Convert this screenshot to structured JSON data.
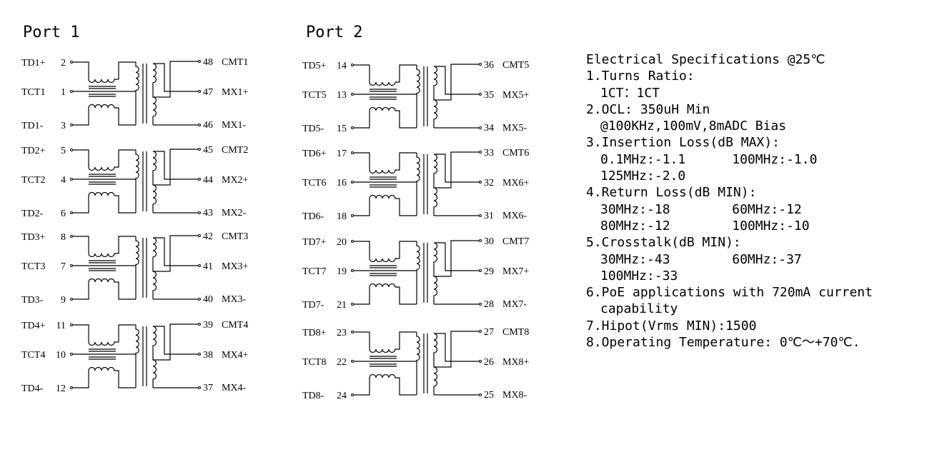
{
  "ports": [
    {
      "title": "Port 1",
      "channels": [
        {
          "td_plus": "TD1+",
          "td_plus_pin": "2",
          "tct": "TCT1",
          "tct_pin": "1",
          "td_minus": "TD1-",
          "td_minus_pin": "3",
          "cmt_pin": "48",
          "cmt": "CMT1",
          "mx_plus_pin": "47",
          "mx_plus": "MX1+",
          "mx_minus_pin": "46",
          "mx_minus": "MX1-"
        },
        {
          "td_plus": "TD2+",
          "td_plus_pin": "5",
          "tct": "TCT2",
          "tct_pin": "4",
          "td_minus": "TD2-",
          "td_minus_pin": "6",
          "cmt_pin": "45",
          "cmt": "CMT2",
          "mx_plus_pin": "44",
          "mx_plus": "MX2+",
          "mx_minus_pin": "43",
          "mx_minus": "MX2-"
        },
        {
          "td_plus": "TD3+",
          "td_plus_pin": "8",
          "tct": "TCT3",
          "tct_pin": "7",
          "td_minus": "TD3-",
          "td_minus_pin": "9",
          "cmt_pin": "42",
          "cmt": "CMT3",
          "mx_plus_pin": "41",
          "mx_plus": "MX3+",
          "mx_minus_pin": "40",
          "mx_minus": "MX3-"
        },
        {
          "td_plus": "TD4+",
          "td_plus_pin": "11",
          "tct": "TCT4",
          "tct_pin": "10",
          "td_minus": "TD4-",
          "td_minus_pin": "12",
          "cmt_pin": "39",
          "cmt": "CMT4",
          "mx_plus_pin": "38",
          "mx_plus": "MX4+",
          "mx_minus_pin": "37",
          "mx_minus": "MX4-"
        }
      ]
    },
    {
      "title": "Port 2",
      "channels": [
        {
          "td_plus": "TD5+",
          "td_plus_pin": "14",
          "tct": "TCT5",
          "tct_pin": "13",
          "td_minus": "TD5-",
          "td_minus_pin": "15",
          "cmt_pin": "36",
          "cmt": "CMT5",
          "mx_plus_pin": "35",
          "mx_plus": "MX5+",
          "mx_minus_pin": "34",
          "mx_minus": "MX5-"
        },
        {
          "td_plus": "TD6+",
          "td_plus_pin": "17",
          "tct": "TCT6",
          "tct_pin": "16",
          "td_minus": "TD6-",
          "td_minus_pin": "18",
          "cmt_pin": "33",
          "cmt": "CMT6",
          "mx_plus_pin": "32",
          "mx_plus": "MX6+",
          "mx_minus_pin": "31",
          "mx_minus": "MX6-"
        },
        {
          "td_plus": "TD7+",
          "td_plus_pin": "20",
          "tct": "TCT7",
          "tct_pin": "19",
          "td_minus": "TD7-",
          "td_minus_pin": "21",
          "cmt_pin": "30",
          "cmt": "CMT7",
          "mx_plus_pin": "29",
          "mx_plus": "MX7+",
          "mx_minus_pin": "28",
          "mx_minus": "MX7-"
        },
        {
          "td_plus": "TD8+",
          "td_plus_pin": "23",
          "tct": "TCT8",
          "tct_pin": "22",
          "td_minus": "TD8-",
          "td_minus_pin": "24",
          "cmt_pin": "27",
          "cmt": "CMT8",
          "mx_plus_pin": "26",
          "mx_plus": "MX8+",
          "mx_minus_pin": "25",
          "mx_minus": "MX8-"
        }
      ]
    }
  ],
  "specs": {
    "heading": "Electrical Specifications @25℃",
    "items": [
      {
        "label": "1.Turns Ratio:",
        "lines": [
          "1CT：1CT"
        ]
      },
      {
        "label": "2.OCL: 350uH Min",
        "lines": [
          "@100KHz,100mV,8mADC Bias"
        ]
      },
      {
        "label": "3.Insertion Loss(dB MAX):",
        "lines": [
          "0.1MHz:-1.1      100MHz:-1.0",
          "125MHz:-2.0"
        ]
      },
      {
        "label": "4.Return Loss(dB MIN):",
        "lines": [
          "30MHz:-18        60MHz:-12",
          "80MHz:-12        100MHz:-10"
        ]
      },
      {
        "label": "5.Crosstalk(dB MIN):",
        "lines": [
          "30MHz:-43        60MHz:-37",
          "100MHz:-33"
        ]
      },
      {
        "label": "6.PoE applications with 720mA current",
        "lines": [
          "capability"
        ]
      },
      {
        "label": "7.Hipot(Vrms MIN):1500",
        "lines": []
      },
      {
        "label": "8.Operating Temperature: 0℃～+70℃.",
        "lines": []
      }
    ]
  }
}
